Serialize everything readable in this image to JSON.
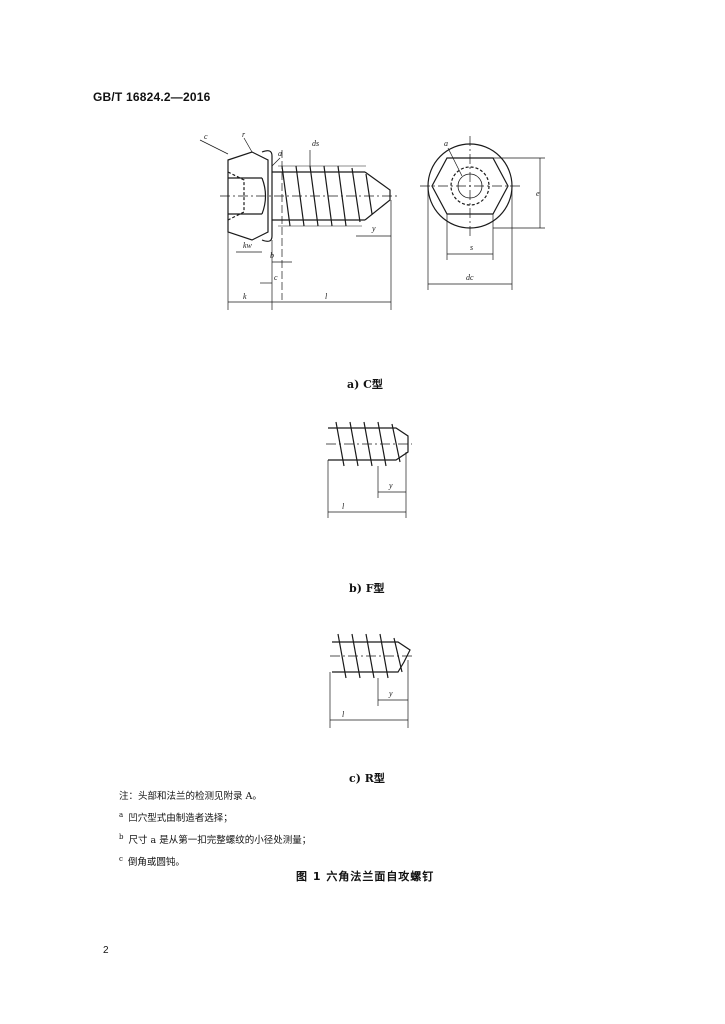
{
  "header": {
    "standard_code": "GB/T 16824.2—2016"
  },
  "figures": {
    "a": {
      "caption": "a)  C型"
    },
    "b": {
      "caption": "b)  F型"
    },
    "c": {
      "caption": "c)  R型"
    }
  },
  "dimension_labels": {
    "a": "a",
    "b": "b",
    "c": "c",
    "k": "k",
    "kw": "kw",
    "l": "l",
    "y": "y",
    "ds": "ds",
    "dc": "dc",
    "s": "s",
    "e": "e",
    "r": "r"
  },
  "notes": {
    "intro": "注：头部和法兰的检测见附录 A。",
    "items": [
      {
        "mark": "a",
        "text": "凹穴型式由制造者选择；"
      },
      {
        "mark": "b",
        "text": "尺寸 a 是从第一扣完整螺纹的小径处测量；"
      },
      {
        "mark": "c",
        "text": "倒角或圆钝。"
      }
    ]
  },
  "figure_title": "图 1   六角法兰面自攻螺钉",
  "page_number": "2"
}
